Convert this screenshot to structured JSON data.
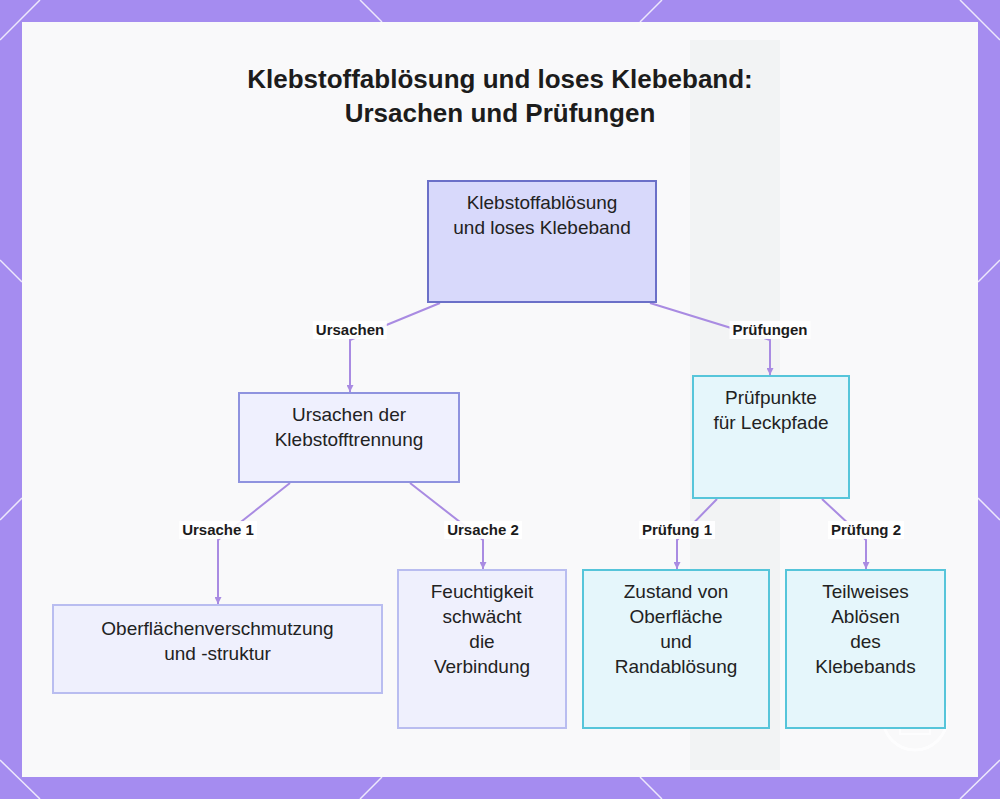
{
  "diagram": {
    "title": "Klebstoffablösung und loses Klebeband: Ursachen und Prüfungen",
    "nodes": [
      {
        "text": [
          "Klebstoffablösung und loses Klebeband"
        ]
      },
      {
        "text": [
          "Ursachen der Klebstofftrennung"
        ]
      },
      {
        "text": [
          "Prüfpunkte für Leckpfade"
        ]
      },
      {
        "text": [
          "Oberflächenverschmutzung und -struktur"
        ]
      },
      {
        "text": [
          "Feuchtigkeit schwächt die Verbindung"
        ]
      },
      {
        "text": [
          "Zustand von Oberfläche und Randablösung"
        ]
      },
      {
        "text": [
          "Teilweises Ablösen des Klebebands"
        ]
      }
    ],
    "edges": [
      {
        "from": 0,
        "to": 1,
        "label": "Ursachen",
        "arrow": "to"
      },
      {
        "from": 0,
        "to": 2,
        "label": "Prüfungen",
        "arrow": "to"
      },
      {
        "from": 1,
        "to": 3,
        "label": "Ursache 1",
        "arrow": "to"
      },
      {
        "from": 1,
        "to": 4,
        "label": "Ursache 2",
        "arrow": "to"
      },
      {
        "from": 2,
        "to": 5,
        "label": "Prüfung 1",
        "arrow": "to"
      },
      {
        "from": 2,
        "to": 6,
        "label": "Prüfung 2",
        "arrow": "to"
      }
    ]
  }
}
